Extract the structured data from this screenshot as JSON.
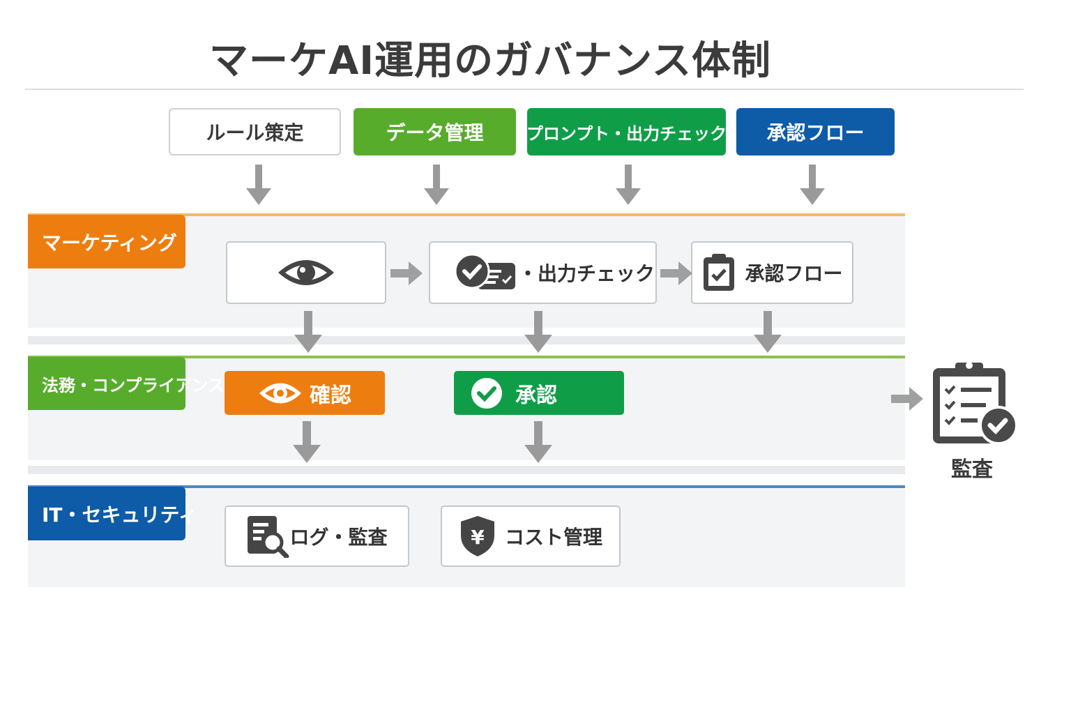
{
  "title": "マーケAI運用のガバナンス体制",
  "top_steps": [
    {
      "label": "ルール策定",
      "color": "#ffffff"
    },
    {
      "label": "データ管理",
      "color": "#58ac2c"
    },
    {
      "label": "プロンプト・出力チェック",
      "color": "#0f9e47"
    },
    {
      "label": "承認フロー",
      "color": "#0e5ba8"
    }
  ],
  "lanes": {
    "marketing": {
      "label": "マーケティング",
      "color": "#ee7d10",
      "cards": {
        "view_icon": "eye-icon",
        "output_check": "・出力チェック",
        "output_check_icon": "check-list-icon",
        "approval": "承認フロー",
        "approval_icon": "checkbox-clipboard-icon"
      }
    },
    "legal": {
      "label": "法務・コンプライアンス",
      "color": "#58ac2c",
      "pills": {
        "confirm": "確認",
        "confirm_icon": "eye-icon",
        "confirm_color": "#ee7d10",
        "approve": "承認",
        "approve_icon": "check-circle-icon",
        "approve_color": "#0f9e47"
      }
    },
    "it": {
      "label": "IT・セキュリティ",
      "color": "#0e5ba8",
      "cards": {
        "log": "ログ・監査",
        "log_icon": "document-search-icon",
        "cost": "コスト管理",
        "cost_icon": "yen-shield-icon"
      }
    }
  },
  "audit": {
    "label": "監査",
    "icon": "audit-clipboard-icon"
  }
}
